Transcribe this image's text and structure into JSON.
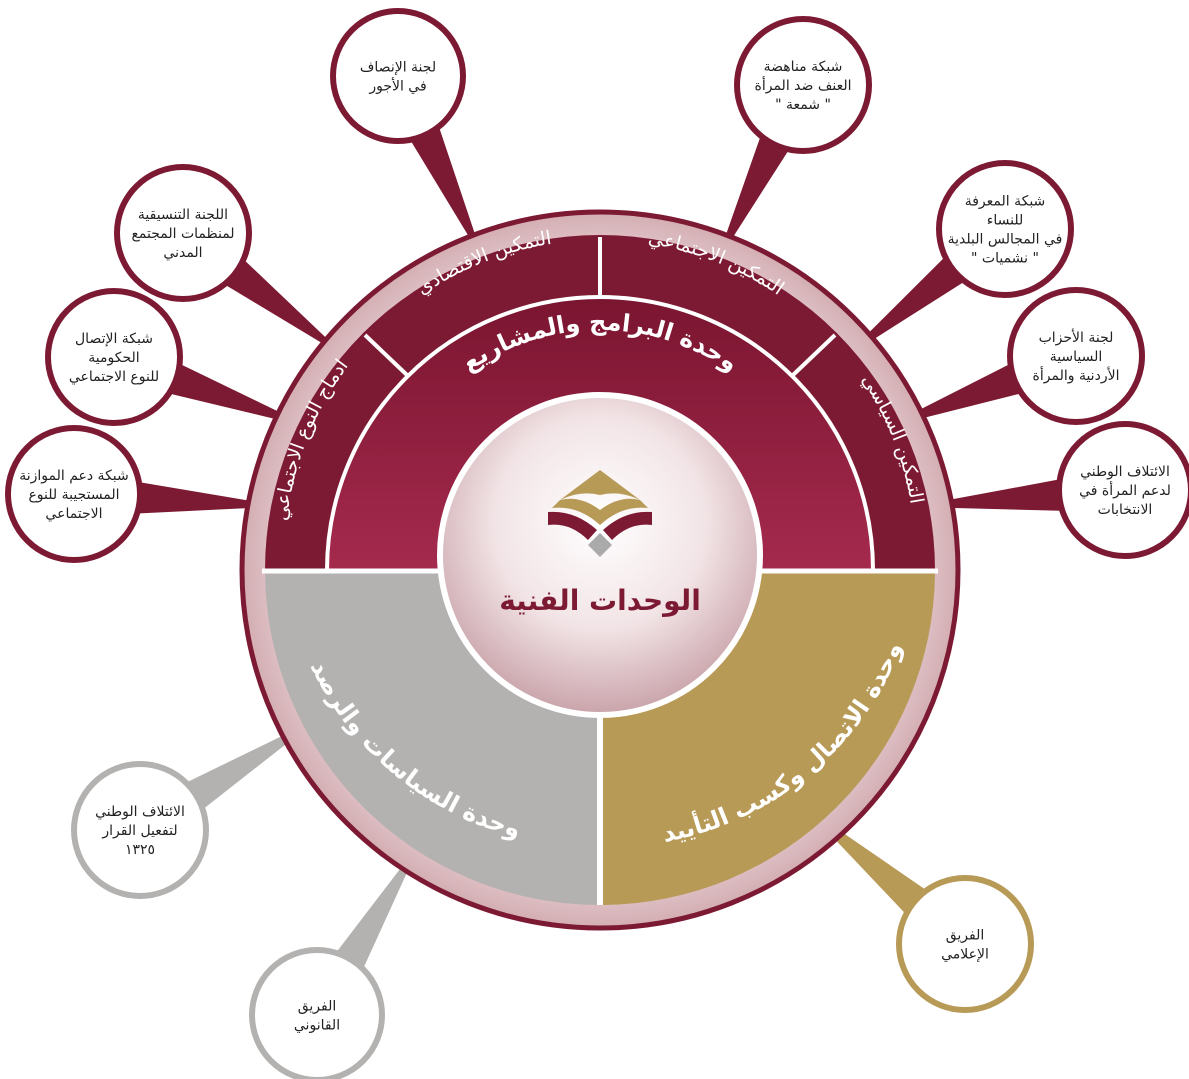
{
  "center": {
    "title": "الوحدات الفنية"
  },
  "units": {
    "programs": "وحدة البرامج والمشاريع",
    "policies": "وحدة السياسات والرصد",
    "communication": "وحدة الاتصال وكسب التأييد"
  },
  "segments": {
    "gender": "ادماج النوع الاجتماعي",
    "economic": "التمكين الاقتصادي",
    "social": "التمكين الاجتماعي",
    "political": "التمكين السياسي"
  },
  "satellites": {
    "pay_equity": [
      "لجنة الإنصاف",
      "في الأجور"
    ],
    "shamaa": [
      "شبكة مناهضة",
      "العنف ضد المرأة",
      "\" شمعة \""
    ],
    "coordination": [
      "اللجنة التنسيقية",
      "لمنظمات المجتمع",
      "المدني"
    ],
    "knowledge": [
      "شبكة المعرفة",
      "للنساء",
      "في المجالس البلدية",
      "\" نشميات \""
    ],
    "gov_comm": [
      "شبكة الإتصال",
      "الحكومية",
      "للنوع  الاجتماعي"
    ],
    "parties": [
      "لجنة الأحزاب",
      "السياسية",
      "الأردنية والمرأة"
    ],
    "budget": [
      "شبكة دعم الموازنة",
      "المستجيبة للنوع",
      "الاجتماعي"
    ],
    "elections": [
      "الائتلاف الوطني",
      "لدعم المرأة في",
      "الانتخابات"
    ],
    "resolution": [
      "الائتلاف الوطني",
      "لتفعيل القرار",
      "١٣٢٥"
    ],
    "legal": [
      "الفريق",
      "القانوني"
    ],
    "media": [
      "الفريق",
      "الإعلامي"
    ]
  },
  "colors": {
    "maroon": "#7d1a33",
    "ring": "#e1c3c6",
    "gray": "#b3b2b0",
    "gold": "#b89a57",
    "white": "#ffffff"
  }
}
